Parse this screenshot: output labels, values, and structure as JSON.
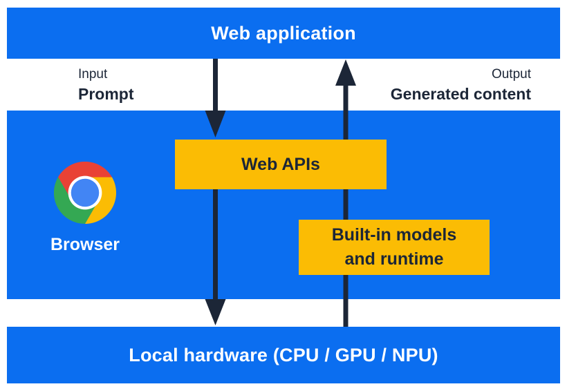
{
  "colors": {
    "primary_blue": "#0b6ef0",
    "accent_yellow": "#fbbc04",
    "dark_navy": "#1c2637",
    "white": "#ffffff",
    "chrome_red": "#e94235",
    "chrome_yellow": "#fbbc04",
    "chrome_green": "#34a853",
    "chrome_blue": "#4285f4"
  },
  "diagram": {
    "web_application": {
      "label": "Web application"
    },
    "input": {
      "label": "Input",
      "value": "Prompt"
    },
    "output": {
      "label": "Output",
      "value": "Generated content"
    },
    "browser": {
      "label": "Browser",
      "logo_icon": "chrome-logo"
    },
    "web_apis": {
      "label": "Web APIs"
    },
    "builtin_models": {
      "lines": [
        "Built-in models",
        "and runtime"
      ]
    },
    "local_hardware": {
      "label": "Local hardware (CPU / GPU / NPU)"
    },
    "arrows": [
      {
        "name": "input-flow",
        "direction": "down"
      },
      {
        "name": "output-flow",
        "direction": "up"
      }
    ]
  }
}
